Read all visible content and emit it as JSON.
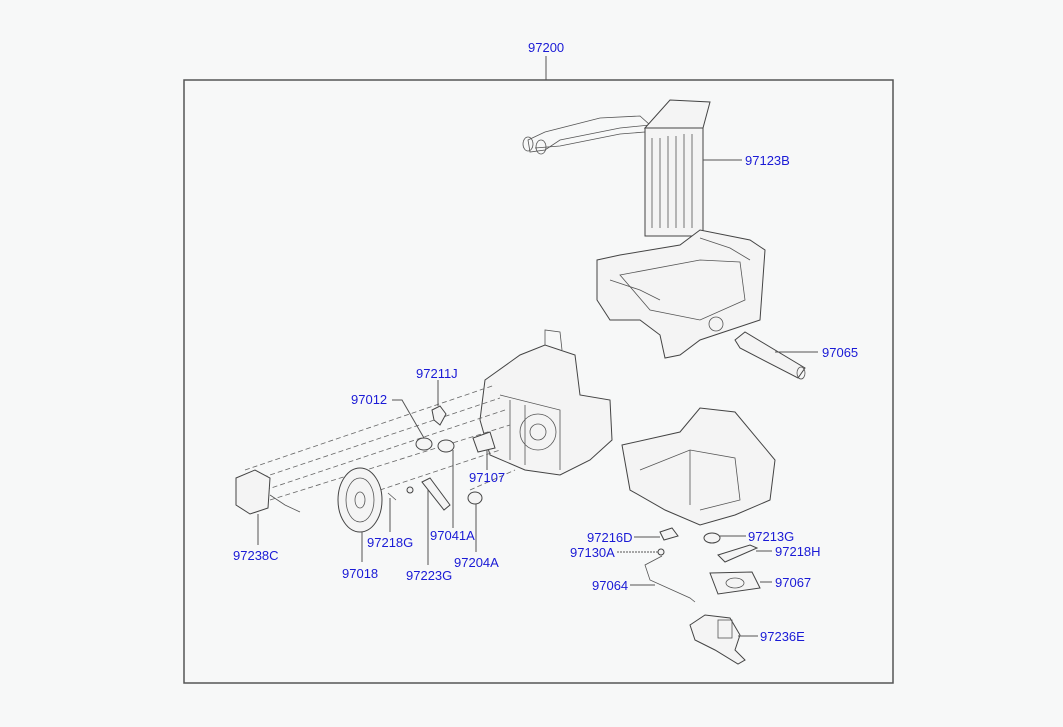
{
  "diagram": {
    "title_part": "97200",
    "label_color": "#1a1ad6",
    "frame_color": "#555555",
    "background": "#f7f8f8",
    "labels": {
      "heater_core": "97123B",
      "pipe": "97065",
      "link_97211J": "97211J",
      "door_97012": "97012",
      "bracket_97107": "97107",
      "actuator": "97238C",
      "screw": "97218G",
      "lever_97041A": "97041A",
      "cap_97204A": "97204A",
      "fan_97018": "97018",
      "lever_97223G": "97223G",
      "link_97216D": "97216D",
      "clip_97130A": "97130A",
      "rod_97064": "97064",
      "lever_97213G": "97213G",
      "lever_97218H": "97218H",
      "plate_97067": "97067",
      "actuator_97236E": "97236E"
    }
  }
}
